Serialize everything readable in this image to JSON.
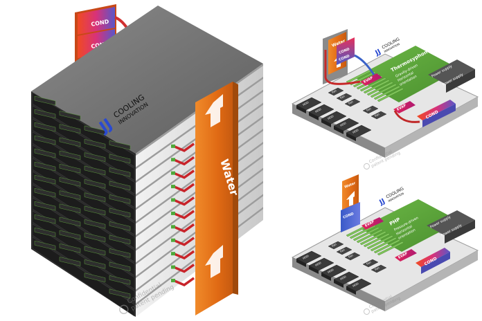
{
  "main_rack": {
    "logo_jj": "JJ",
    "logo_line1": "COOLING",
    "logo_line2": "INNOVATION",
    "cond_label_1": "COND",
    "cond_label_2": "COND",
    "water_label": "Water",
    "watermark_line1": "Confidential",
    "watermark_line2": "patent pending",
    "rack_units": 12
  },
  "thermosyphon_module": {
    "water_label": "Water",
    "cond_label_1": "COND",
    "cond_label_2": "COND",
    "logo_jj": "JJ",
    "logo_line1": "COOLING",
    "logo_line2": "INNOVATION",
    "board_title": "Thermosyphon",
    "board_line1": "Gravity-driven",
    "board_line2": "Horizontal",
    "board_line3": "orientation",
    "evap_label_1": "EVAP",
    "evap_label_2": "EVAP",
    "cond_side_label": "COND",
    "fan_label": "Fan",
    "hdd_label": "HDD",
    "power_supply_label": "Power supply",
    "watermark_line1": "Confidential",
    "watermark_line2": "patent pending"
  },
  "php_module": {
    "water_label": "Water",
    "cond_label": "COND",
    "logo_jj": "JJ",
    "logo_line1": "COOLING",
    "logo_line2": "INNOVATION",
    "board_title": "PHP",
    "board_line1": "Pressure-driven",
    "board_line2": "Horizontal",
    "board_line3": "orientation",
    "evap_label_1": "EVAP",
    "evap_label_2": "EVAP",
    "cond_side_label": "COND",
    "fan_label": "Fan",
    "hdd_label": "HDD",
    "power_supply_label": "Power supply",
    "watermark_line1": "Confidential",
    "watermark_line2": "patent pending"
  },
  "colors": {
    "water": "#e8721c",
    "cond_start": "#ef4a24",
    "cond_end": "#5058c8",
    "board_green": "#5aa23a",
    "rack_top": "#7a7a7a",
    "rack_face": "#2b2b2b"
  }
}
